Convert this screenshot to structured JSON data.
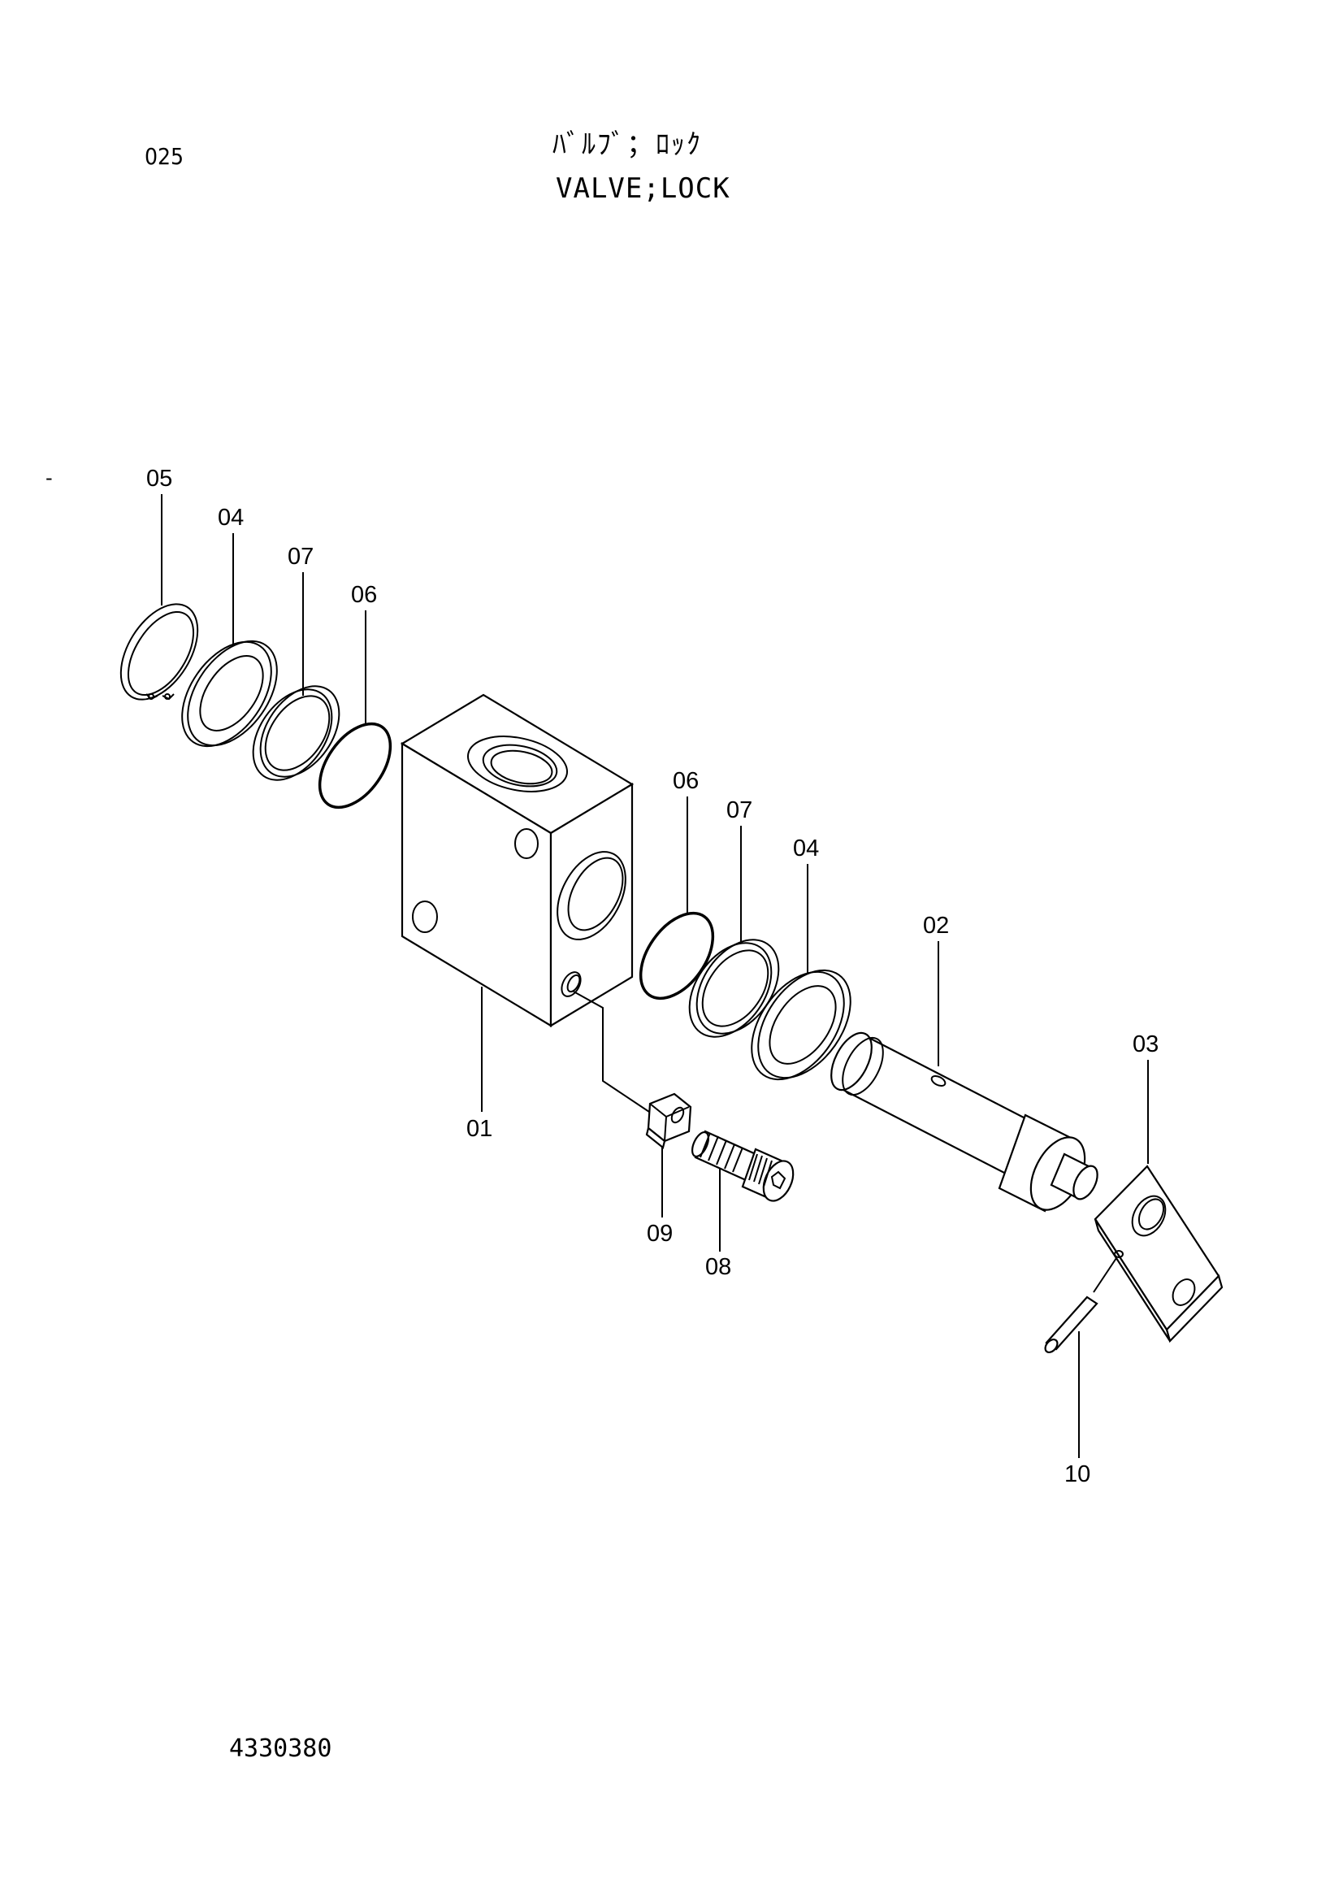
{
  "header": {
    "page_code": "025",
    "title_jp": "ﾊﾞﾙﾌﾞ；ﾛｯｸ",
    "title_en": "VALVE;LOCK"
  },
  "footer": {
    "doc_number": "4330380"
  },
  "margin_mark": "-",
  "parts": [
    {
      "id": "p05a",
      "label": "05",
      "icon": "snap-ring-icon"
    },
    {
      "id": "p04a",
      "label": "04",
      "icon": "washer-icon"
    },
    {
      "id": "p07a",
      "label": "07",
      "icon": "backup-ring-icon"
    },
    {
      "id": "p06a",
      "label": "06",
      "icon": "o-ring-icon"
    },
    {
      "id": "p06b",
      "label": "06",
      "icon": "o-ring-icon"
    },
    {
      "id": "p07b",
      "label": "07",
      "icon": "backup-ring-icon"
    },
    {
      "id": "p04b",
      "label": "04",
      "icon": "washer-icon"
    },
    {
      "id": "p02",
      "label": "02",
      "icon": "spool-icon"
    },
    {
      "id": "p03",
      "label": "03",
      "icon": "plate-icon"
    },
    {
      "id": "p01",
      "label": "01",
      "icon": "valve-body-icon"
    },
    {
      "id": "p09",
      "label": "09",
      "icon": "nut-icon"
    },
    {
      "id": "p08",
      "label": "08",
      "icon": "screw-icon"
    },
    {
      "id": "p10",
      "label": "10",
      "icon": "pin-icon"
    }
  ]
}
